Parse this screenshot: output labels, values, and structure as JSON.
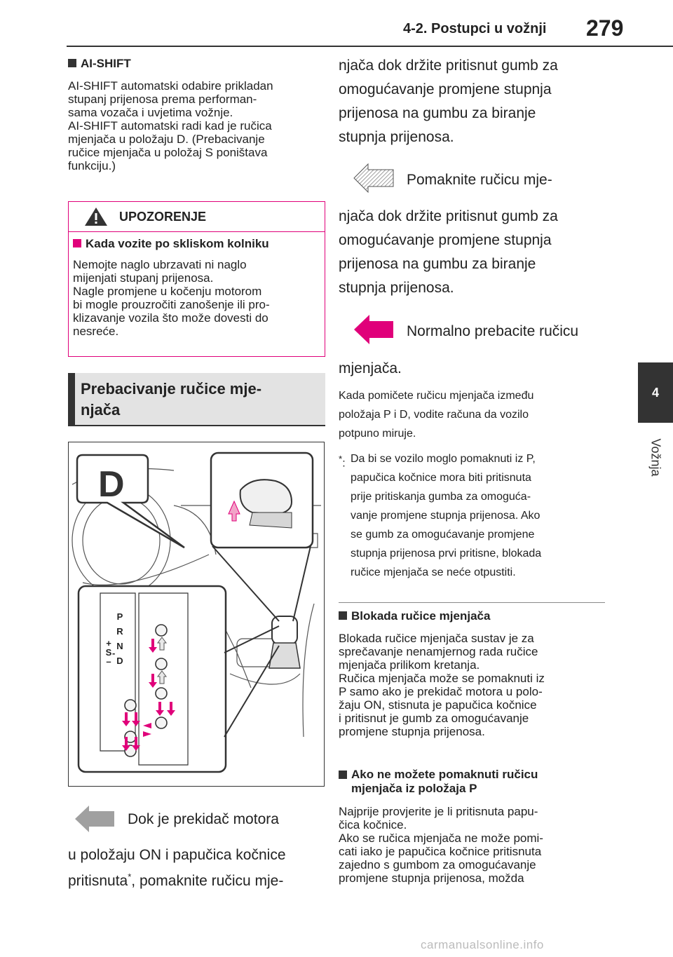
{
  "header": {
    "section": "4-2. Postupci u vožnji",
    "page": "279"
  },
  "side_tab": {
    "number": "4",
    "label": "Vožnja"
  },
  "left_col": {
    "ai_shift_heading": "AI-SHIFT",
    "ai_shift_text": "AI-SHIFT automatski odabire prikladan\nstupanj prijenosa prema performan-\nsama vozača i uvjetima vožnje.\nAI-SHIFT automatski radi kad je ručica\nmjenjača u položaju D. (Prebacivanje\nručice mjenjača u položaj S poništava\nfunkciju.)",
    "warning": {
      "title": "UPOZORENJE",
      "subheading": "Kada vozite po skliskom kolniku",
      "text": "Nemojte naglo ubrzavati ni naglo\nmijenjati stupanj prijenosa.\nNagle promjene u kočenju motorom\nbi mogle prouzročiti zanošenje ili pro-\nklizavanje vozila što može dovesti do\nnesreće."
    },
    "section_title": "Prebacivanje ručice mje-\nnjača",
    "figure": {
      "big_letter": "D",
      "gate_letters": [
        "P",
        "R",
        "N",
        "D"
      ],
      "plus": "+",
      "s": "S",
      "dash": "-",
      "minus": "–"
    },
    "legend_gray": "Dok je prekidač motora",
    "cont_text_1": "u položaju ON i papučica kočnice",
    "cont_text_2": "pritisnuta",
    "asterisk": "*",
    "cont_text_3": ", pomaknite ručicu mje-"
  },
  "right_col": {
    "para1": "njača dok držite pritisnut gumb za\nomogućavanje promjene stupnja\nprijenosa na gumbu za biranje\nstupnja prijenosa.",
    "legend_hatched": "Pomaknite ručicu mje-",
    "para2": "njača dok držite pritisnut gumb za\nomogućavanje promjene stupnja\nprijenosa na gumbu za biranje\nstupnja prijenosa.",
    "legend_pink": "Normalno prebacite ručicu",
    "para3": "mjenjača.",
    "para4": "Kada pomičete ručicu mjenjača između\npoložaja P i D, vodite računa da vozilo\npotpuno miruje.",
    "footnote_mark": "*",
    "footnote_colon": ":",
    "footnote": "Da bi se vozilo moglo pomaknuti iz P,\npapučica kočnice mora biti pritisnuta\nprije pritiskanja gumba za omoguća-\nvanje promjene stupnja prijenosa. Ako\nse gumb za omogućavanje promjene\nstupnja prijenosa prvi pritisne, blokada\nručice mjenjača se neće otpustiti.",
    "lock_heading": "Blokada ručice mjenjača",
    "lock_text": "Blokada ručice mjenjača sustav je za\nsprečavanje nenamjernog rada ručice\nmjenjača prilikom kretanja.\nRučica mjenjača može se pomaknuti iz\nP samo ako je prekidač motora u polo-\nžaju ON, stisnuta je papučica kočnice\ni pritisnut je gumb za omogućavanje\npromjene stupnja prijenosa.",
    "cannot_heading": "Ako ne možete pomaknuti ručicu\nmjenjača iz položaja P",
    "cannot_text": "Najprije provjerite je li pritisnuta papu-\nčica kočnice.\nAko se ručica mjenjača ne može pomi-\ncati iako je papučica kočnice pritisnuta\nzajedno s gumbom za omogućavanje\npromjene stupnja prijenosa, možda"
  },
  "footer": {
    "watermark": "carmanualsonline.info"
  },
  "colors": {
    "accent": "#e0007a",
    "dark": "#333333",
    "gray_arrow": "#a0a0a0",
    "section_bg": "#e3e3e3"
  }
}
